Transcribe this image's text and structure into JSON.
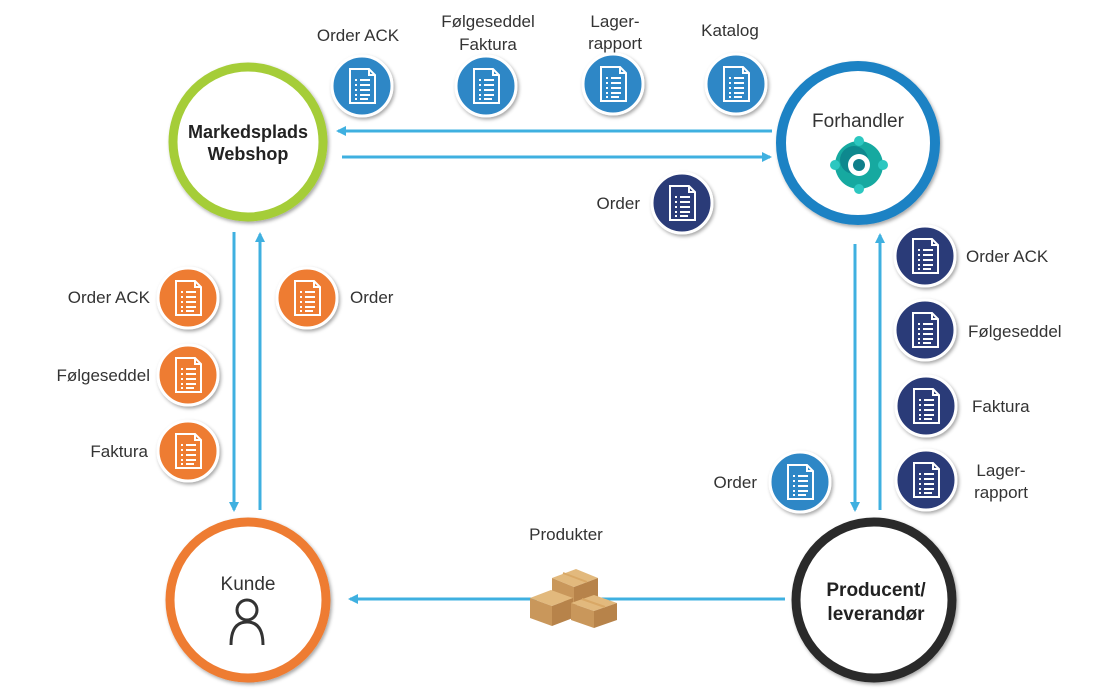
{
  "colors": {
    "arrow": "#3FB0E0",
    "green": "#A5CD39",
    "blue": "#1E82C4",
    "dark": "#2A2A2A",
    "orange": "#EE7B30",
    "doc_light_blue": "#2D87C6",
    "doc_navy": "#2B3A78",
    "doc_orange": "#EE7B30"
  },
  "nodes": {
    "marketplace": {
      "line1": "Markedsplads",
      "line2": "Webshop"
    },
    "dealer": {
      "label": "Forhandler",
      "icon": "business-central-logo-icon"
    },
    "customer": {
      "label": "Kunde",
      "icon": "person-icon"
    },
    "producer": {
      "line1": "Producent/",
      "line2": "leverandør"
    }
  },
  "top_documents": {
    "order_ack": "Order ACK",
    "delivery_invoice_1": "Følgeseddel",
    "delivery_invoice_2": "Faktura",
    "stock_report_1": "Lager-",
    "stock_report_2": "rapport",
    "catalog": "Katalog",
    "order": "Order"
  },
  "left_documents": {
    "order_ack": "Order ACK",
    "delivery_note": "Følgeseddel",
    "invoice": "Faktura",
    "order": "Order"
  },
  "right_documents": {
    "order_ack": "Order ACK",
    "delivery_note": "Følgeseddel",
    "invoice": "Faktura",
    "stock_report_1": "Lager-",
    "stock_report_2": "rapport",
    "order": "Order"
  },
  "bottom": {
    "products_label": "Produkter",
    "products_icon": "cardboard-boxes-icon"
  }
}
